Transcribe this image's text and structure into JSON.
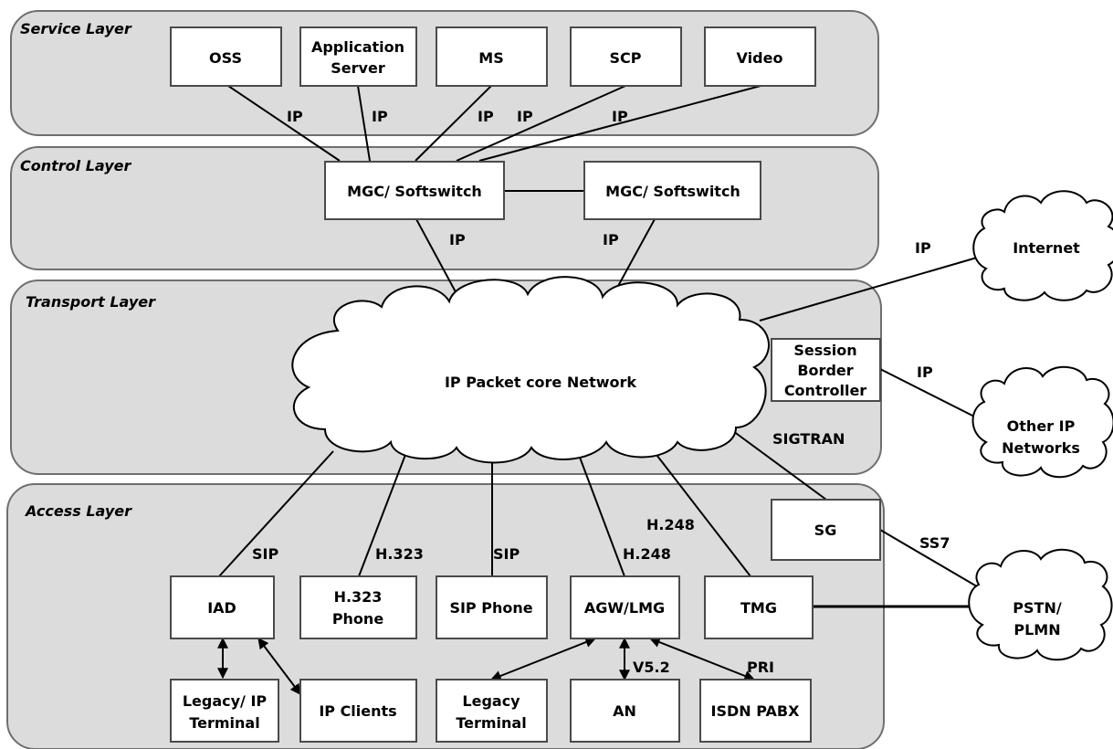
{
  "layers": {
    "service": "Service Layer",
    "control": "Control Layer",
    "transport": "Transport Layer",
    "access": "Access Layer"
  },
  "nodes": {
    "oss": [
      "OSS"
    ],
    "app_server": [
      "Application",
      "Server"
    ],
    "ms": [
      "MS"
    ],
    "scp": [
      "SCP"
    ],
    "video": [
      "Video"
    ],
    "mgc1": [
      "MGC/ Softswitch"
    ],
    "mgc2": [
      "MGC/ Softswitch"
    ],
    "sbc": [
      "Session",
      "Border",
      "Controller"
    ],
    "sg": [
      "SG"
    ],
    "iad": [
      "IAD"
    ],
    "h323_phone": [
      "H.323",
      "Phone"
    ],
    "sip_phone": [
      "SIP Phone"
    ],
    "agw": [
      "AGW/LMG"
    ],
    "tmg": [
      "TMG"
    ],
    "legacy_ip": [
      "Legacy/ IP",
      "Terminal"
    ],
    "ip_clients": [
      "IP Clients"
    ],
    "legacy_terminal": [
      "Legacy",
      "Terminal"
    ],
    "an": [
      "AN"
    ],
    "isdn_pabx": [
      "ISDN PABX"
    ]
  },
  "clouds": {
    "core": [
      "IP Packet core Network"
    ],
    "internet": [
      "Internet"
    ],
    "other_ip": [
      "Other IP",
      "Networks"
    ],
    "pstn": [
      "PSTN/",
      "PLMN"
    ]
  },
  "protocols": {
    "ip_oss": "IP",
    "ip_app": "IP",
    "ip_ms": "IP",
    "ip_scp": "IP",
    "ip_video": "IP",
    "ip_mgc1_core": "IP",
    "ip_mgc2_core": "IP",
    "ip_internet": "IP",
    "ip_other": "IP",
    "sigtran": "SIGTRAN",
    "ss7": "SS7",
    "sip_iad": "SIP",
    "h323": "H.323",
    "sip_phone": "SIP",
    "h248_agw": "H.248",
    "h248_tmg": "H.248",
    "v52": "V5.2",
    "pri": "PRI"
  }
}
